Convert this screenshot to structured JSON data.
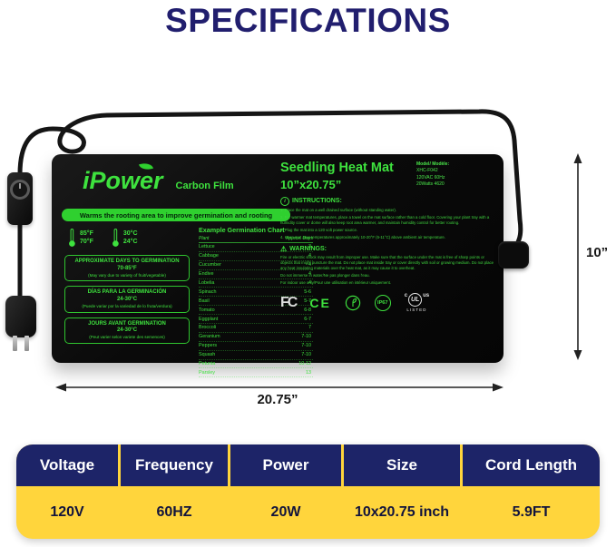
{
  "page": {
    "title": "SPECIFICATIONS"
  },
  "dimensions": {
    "height_label": "10”",
    "width_label": "20.75”"
  },
  "mat": {
    "brand": "iPower",
    "brand_sub": "Carbon Film",
    "banner": "Warms the rooting area to improve germination and rooting",
    "temps": [
      {
        "high": "85°F",
        "low": "70°F"
      },
      {
        "high": "30°C",
        "low": "24°C"
      }
    ],
    "info_boxes": [
      {
        "title": "APPROXIMATE DAYS TO GERMINATION",
        "subtitle": "70-85°F",
        "note": "(May vary due to variety of fruit/vegetable)"
      },
      {
        "title": "DÍAS PARA LA GERMINACIÓN",
        "subtitle": "24-30°C",
        "note": "(Puede variar por la variedad de lo fruta/verdura)"
      },
      {
        "title": "JOURS AVANT GERMINATION",
        "subtitle": "24-30°C",
        "note": "(Peut varier selon variete des semences)"
      }
    ],
    "chart": {
      "title": "Example Germination Chart",
      "col_plant": "Plant",
      "col_days": "Approx. Days",
      "rows": [
        [
          "Lettuce",
          "3"
        ],
        [
          "Cabbage",
          "4"
        ],
        [
          "Cucumber",
          "4"
        ],
        [
          "Endive",
          "4"
        ],
        [
          "Lobelia",
          "4"
        ],
        [
          "Spinach",
          "5-6"
        ],
        [
          "Basil",
          "5-7"
        ],
        [
          "Tomato",
          "6-8"
        ],
        [
          "Eggplant",
          "6-7"
        ],
        [
          "Broccoli",
          "7"
        ],
        [
          "Geranium",
          "7-10"
        ],
        [
          "Peppers",
          "7-10"
        ],
        [
          "Squash",
          "7-10"
        ],
        [
          "Petunia",
          "10-12"
        ],
        [
          "Parsley",
          "13"
        ]
      ]
    },
    "product_title": "Seedling Heat Mat",
    "product_size": "10”x20.75”",
    "model_lines": [
      "Model/ Modèle:",
      "XHC-F042",
      "120VAC 60Hz",
      "20Watts  4620"
    ],
    "instructions_title": "INSTRUCTIONS:",
    "instructions": [
      "1. Place the mat on a well drained surface (without standing water).",
      "2. For warmer mat temperatures, place a towel on the mat surface rather than a cold floor. Covering your plant tray with a humidity cover or dome will also keep root area warmer, and maintain humidity control for better rooting.",
      "3. Plug the mat into a 120 volt power source.",
      "4. Keep mat area temperatures approximately 10-20°F (5-11°C) above ambient air temperature."
    ],
    "warnings_title": "WARNINGS:",
    "warnings": [
      "Fire or electric shock may result from improper use. Make sure that the surface under the mat is free of sharp points or objects that might puncture the mat. Do not place mat inside tray or cover directly with soil or growing medium. Do not place any heat insulating materials over the heat mat, as it may cause it to overheat.",
      "Do not immerse in water/Ne pas plonger dans l'eau.",
      "For indoor use only/Pour une utilisation en intérieur uniquement."
    ],
    "badges": {
      "fcc": "FC",
      "ce": "CE",
      "ip": "IP67",
      "ul_c": "c",
      "ul": "UL",
      "ul_us": "us",
      "ul_listed": "LISTED"
    }
  },
  "icons": {
    "info": "i",
    "warning": "⚠"
  },
  "colors": {
    "navy": "#1d2468",
    "yellow": "#ffd53c",
    "mat_green": "#3ee23e"
  },
  "spec_table": {
    "headers": [
      "Voltage",
      "Frequency",
      "Power",
      "Size",
      "Cord Length"
    ],
    "values": [
      "120V",
      "60HZ",
      "20W",
      "10x20.75 inch",
      "5.9FT"
    ]
  }
}
